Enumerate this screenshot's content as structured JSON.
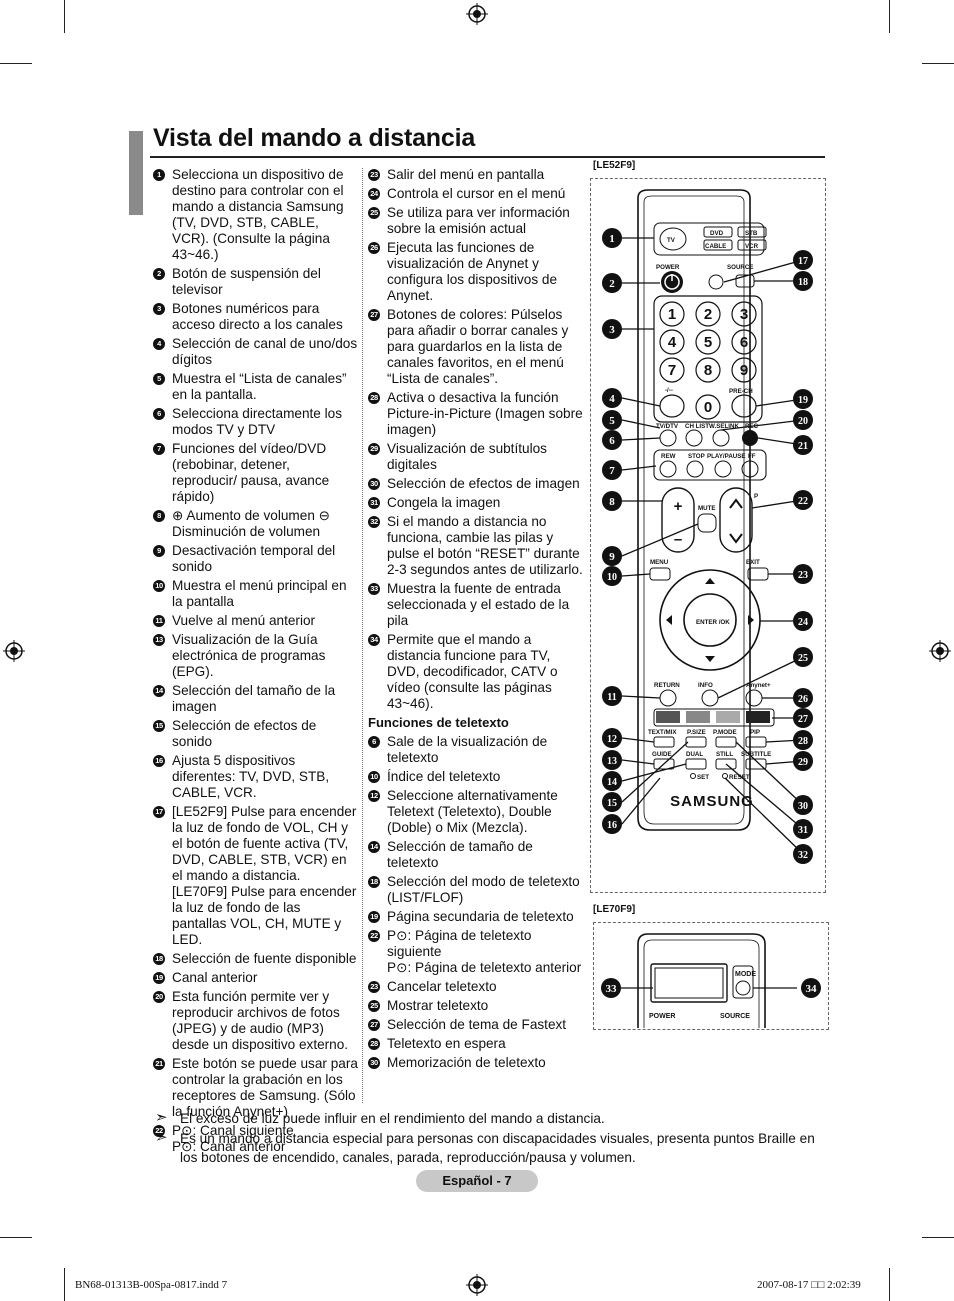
{
  "title": "Vista del mando a distancia",
  "col1": [
    {
      "n": "1",
      "text": "Selecciona un dispositivo de destino para controlar con el mando a distancia Samsung (TV, DVD, STB, CABLE, VCR). (Consulte la página 43~46.)"
    },
    {
      "n": "2",
      "text": "Botón de suspensión del televisor"
    },
    {
      "n": "3",
      "text": "Botones numéricos para acceso directo a los canales"
    },
    {
      "n": "4",
      "text": "Selección de canal de uno/dos dígitos"
    },
    {
      "n": "5",
      "text": "Muestra el “Lista de canales” en la pantalla."
    },
    {
      "n": "6",
      "text": "Selecciona directamente los modos TV y DTV"
    },
    {
      "n": "7",
      "text": "Funciones del vídeo/DVD (rebobinar, detener, reproducir/ pausa, avance rápido)"
    },
    {
      "n": "8",
      "text": "⊕ Aumento de volumen ⊖ Disminución de volumen"
    },
    {
      "n": "9",
      "text": "Desactivación temporal del sonido"
    },
    {
      "n": "10",
      "text": "Muestra el menú principal en la pantalla"
    },
    {
      "n": "11",
      "text": "Vuelve al menú anterior"
    },
    {
      "n": "13",
      "text": "Visualización de la Guía electrónica de programas (EPG)."
    },
    {
      "n": "14",
      "text": "Selección del tamaño de la imagen"
    },
    {
      "n": "15",
      "text": "Selección de efectos de sonido"
    },
    {
      "n": "16",
      "text": "Ajusta 5 dispositivos diferentes:  TV, DVD, STB, CABLE, VCR."
    },
    {
      "n": "17",
      "text": "[LE52F9] Pulse para encender la luz de fondo de VOL, CH y el botón de fuente activa (TV, DVD, CABLE, STB, VCR) en el mando a distancia.",
      "extra": "[LE70F9] Pulse para encender la luz de fondo de las pantallas VOL, CH, MUTE y LED."
    },
    {
      "n": "18",
      "text": "Selección de fuente disponible"
    },
    {
      "n": "19",
      "text": "Canal anterior"
    },
    {
      "n": "20",
      "text": "Esta función permite ver y reproducir archivos de fotos (JPEG) y de audio (MP3) desde un dispositivo externo."
    },
    {
      "n": "21",
      "text": "Este botón se puede usar para controlar la grabación en los receptores de Samsung. (Sólo la función Anynet+)"
    },
    {
      "n": "22",
      "text": "P⊙: Canal siguiente",
      "extra": "P⊙: Canal anterior"
    }
  ],
  "col2": [
    {
      "n": "23",
      "text": "Salir del menú en pantalla"
    },
    {
      "n": "24",
      "text": "Controla el cursor en el menú"
    },
    {
      "n": "25",
      "text": "Se utiliza para ver información sobre la emisión actual"
    },
    {
      "n": "26",
      "text": "Ejecuta las funciones de visualización de Anynet y configura los dispositivos de Anynet."
    },
    {
      "n": "27",
      "text": "Botones de colores: Púlselos para añadir o borrar canales y para guardarlos en la lista de canales favoritos, en el menú “Lista de canales”."
    },
    {
      "n": "28",
      "text": "Activa o desactiva la función Picture-in-Picture (Imagen sobre imagen)"
    },
    {
      "n": "29",
      "text": "Visualización de subtítulos digitales"
    },
    {
      "n": "30",
      "text": "Selección de efectos de imagen"
    },
    {
      "n": "31",
      "text": "Congela la imagen"
    },
    {
      "n": "32",
      "text": "Si el mando a distancia no funciona, cambie las pilas y pulse el botón “RESET” durante 2-3 segundos antes de utilizarlo."
    },
    {
      "n": "33",
      "text": "Muestra la fuente de entrada seleccionada y el estado de la pila"
    },
    {
      "n": "34",
      "text": "Permite que el mando a distancia funcione para TV, DVD, decodificador, CATV o vídeo (consulte las páginas 43~46)."
    }
  ],
  "teletext_heading": "Funciones de teletexto",
  "col2b": [
    {
      "n": "6",
      "text": "Sale de la visualización de teletexto"
    },
    {
      "n": "10",
      "text": "Índice del teletexto"
    },
    {
      "n": "12",
      "text": "Seleccione alternativamente Teletext (Teletexto), Double (Doble) o Mix (Mezcla)."
    },
    {
      "n": "14",
      "text": "Selección de tamaño de teletexto"
    },
    {
      "n": "18",
      "text": "Selección del modo de teletexto (LIST/FLOF)"
    },
    {
      "n": "19",
      "text": "Página secundaria de teletexto"
    },
    {
      "n": "22",
      "text": "P⊙: Página de teletexto siguiente",
      "extra": "P⊙: Página de teletexto anterior"
    },
    {
      "n": "23",
      "text": "Cancelar teletexto"
    },
    {
      "n": "25",
      "text": "Mostrar teletexto"
    },
    {
      "n": "27",
      "text": "Selección de tema de Fastext"
    },
    {
      "n": "28",
      "text": "Teletexto en espera"
    },
    {
      "n": "30",
      "text": "Memorización de teletexto"
    }
  ],
  "remote": {
    "model1": "[LE52F9]",
    "model2": "[LE70F9]",
    "brand": "SAMSUNG",
    "labels": {
      "tv": "TV",
      "dvd": "DVD",
      "stb": "STB",
      "cable": "CABLE",
      "vcr": "VCR",
      "power": "POWER",
      "source": "SOURCE",
      "prech": "PRE-CH",
      "dash": "-/--",
      "tvdtv": "TV/DTV",
      "chlist": "CH LIST",
      "wiselink": "W.SELINK",
      "rec": "REC",
      "rew": "REW",
      "stop": "STOP",
      "play": "PLAY/PAUSE",
      "ff": "FF",
      "mute": "MUTE",
      "menu": "MENU",
      "exit": "EXIT",
      "enter": "ENTER /OK",
      "return": "RETURN",
      "info": "INFO",
      "anynet": "Anynet+",
      "textmix": "TEXT/MIX",
      "psize": "P.SIZE",
      "pmode": "P.MODE",
      "pip": "PIP",
      "guide": "GUIDE",
      "dual": "DUAL",
      "still": "STILL",
      "subtitle": "SUBTITLE",
      "set": "SET",
      "reset": "RESET",
      "mode": "MODE",
      "p": "P"
    },
    "digits": [
      "1",
      "2",
      "3",
      "4",
      "5",
      "6",
      "7",
      "8",
      "9",
      "0"
    ],
    "callouts_left": [
      "1",
      "2",
      "3",
      "4",
      "5",
      "6",
      "7",
      "8",
      "9",
      "10",
      "11",
      "12",
      "13",
      "14",
      "15",
      "16"
    ],
    "callouts_right": [
      "17",
      "18",
      "19",
      "20",
      "21",
      "22",
      "23",
      "24",
      "25",
      "26",
      "27",
      "28",
      "29",
      "30",
      "31",
      "32"
    ],
    "callout_33": "33",
    "callout_34": "34"
  },
  "notes": [
    "El exceso de luz puede influir en el rendimiento del mando a distancia.",
    "Es un mando a distancia especial para personas con discapacidades visuales, presenta puntos Braille en los botones de encendido, canales, parada, reproducción/pausa y volumen."
  ],
  "footer": "Español - 7",
  "slug_left": "BN68-01313B-00Spa-0817.indd   7",
  "slug_right": "2007-08-17   □□ 2:02:39"
}
